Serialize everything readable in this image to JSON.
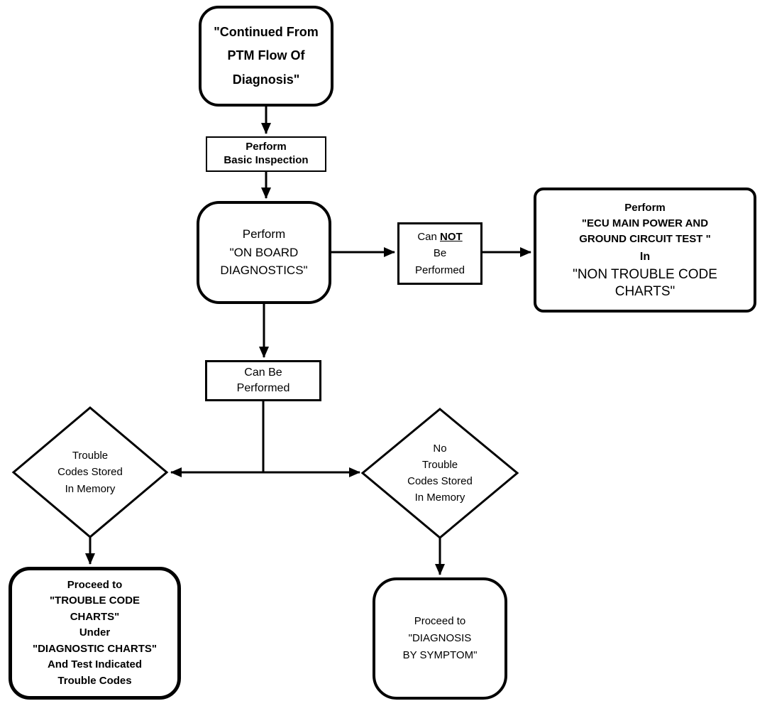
{
  "title": "PTM Flow Of Diagnosis continuation flowchart",
  "colors": {
    "line": "#000000",
    "background": "#ffffff",
    "text": "#000000"
  },
  "nodes": {
    "start": {
      "text": "\"Continued From\nPTM Flow Of\nDiagnosis\""
    },
    "basic_inspection": {
      "text": "Perform\nBasic Inspection"
    },
    "onboard": {
      "text": "Perform\n\"ON BOARD\nDIAGNOSTICS\""
    },
    "cannot": {
      "prefix": "Can ",
      "not_word": "NOT",
      "rest": "Be\nPerformed"
    },
    "ecu": {
      "line1": "Perform",
      "line2": "\"ECU MAIN POWER AND\nGROUND CIRCUIT  TEST \"",
      "line3": "In",
      "line4": "\"NON TROUBLE CODE\nCHARTS\""
    },
    "can_be": {
      "text": "Can Be\nPerformed"
    },
    "diamond_left": {
      "text": "Trouble\nCodes Stored\nIn Memory"
    },
    "diamond_right": {
      "text": "No\nTrouble\nCodes Stored\nIn Memory"
    },
    "trouble_code_charts": {
      "text": "Proceed to\n\"TROUBLE CODE\nCHARTS\"\nUnder\n\"DIAGNOSTIC CHARTS\"\nAnd Test Indicated\nTrouble Codes"
    },
    "diagnosis_by_symptom": {
      "text": "Proceed to\n\"DIAGNOSIS\nBY SYMPTOM\""
    }
  }
}
